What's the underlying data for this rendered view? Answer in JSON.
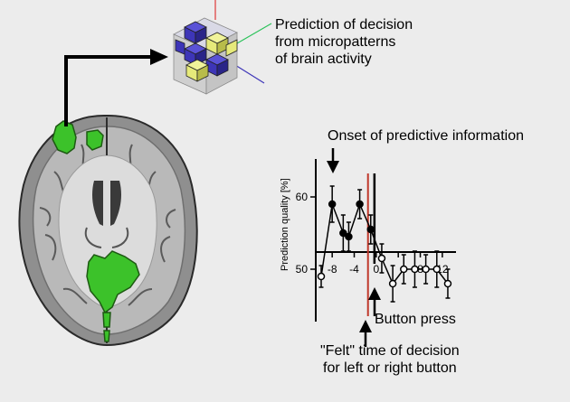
{
  "captions": {
    "voxel_line1": "Prediction of decision",
    "voxel_line2": "from micropatterns",
    "voxel_line3": "of brain activity",
    "onset": "Onset of predictive information",
    "button_press": "Button press",
    "felt_line1": "\"Felt\" time of decision",
    "felt_line2": "for left or right button"
  },
  "colors": {
    "background": "#ececec",
    "activation_green": "#3cc22a",
    "felt_time_line": "#c0392b",
    "voxel_blue": "#3d35b8",
    "voxel_yellow": "#e6ea7a"
  },
  "chart_data": {
    "type": "line",
    "ylabel": "Prediction quality [%]",
    "x_ticks": [
      -8,
      -4,
      0,
      4,
      8,
      12
    ],
    "x_tick_labels": [
      "-8",
      "-4",
      "0",
      "",
      "8",
      "12"
    ],
    "y_ticks": [
      50,
      60
    ],
    "xlim": [
      -10,
      13.5
    ],
    "ylim": [
      46,
      64
    ],
    "series": [
      {
        "points": [
          {
            "x": -10,
            "y": 49,
            "err": 1.5,
            "filled": false
          },
          {
            "x": -8,
            "y": 59,
            "err": 2.5,
            "filled": true
          },
          {
            "x": -6,
            "y": 55,
            "err": 2.5,
            "filled": true
          },
          {
            "x": -5,
            "y": 54.5,
            "err": 2,
            "filled": true
          },
          {
            "x": -3,
            "y": 59,
            "err": 2,
            "filled": true
          },
          {
            "x": -1,
            "y": 55.5,
            "err": 2,
            "filled": true
          },
          {
            "x": 1,
            "y": 51.5,
            "err": 2,
            "filled": false
          },
          {
            "x": 3,
            "y": 48,
            "err": 2.5,
            "filled": false
          },
          {
            "x": 5,
            "y": 50,
            "err": 2,
            "filled": false
          },
          {
            "x": 7,
            "y": 50,
            "err": 2.5,
            "filled": false
          },
          {
            "x": 9,
            "y": 50,
            "err": 2,
            "filled": false
          },
          {
            "x": 11,
            "y": 50,
            "err": 2.5,
            "filled": false
          },
          {
            "x": 13,
            "y": 48,
            "err": 2,
            "filled": false
          }
        ]
      }
    ]
  }
}
